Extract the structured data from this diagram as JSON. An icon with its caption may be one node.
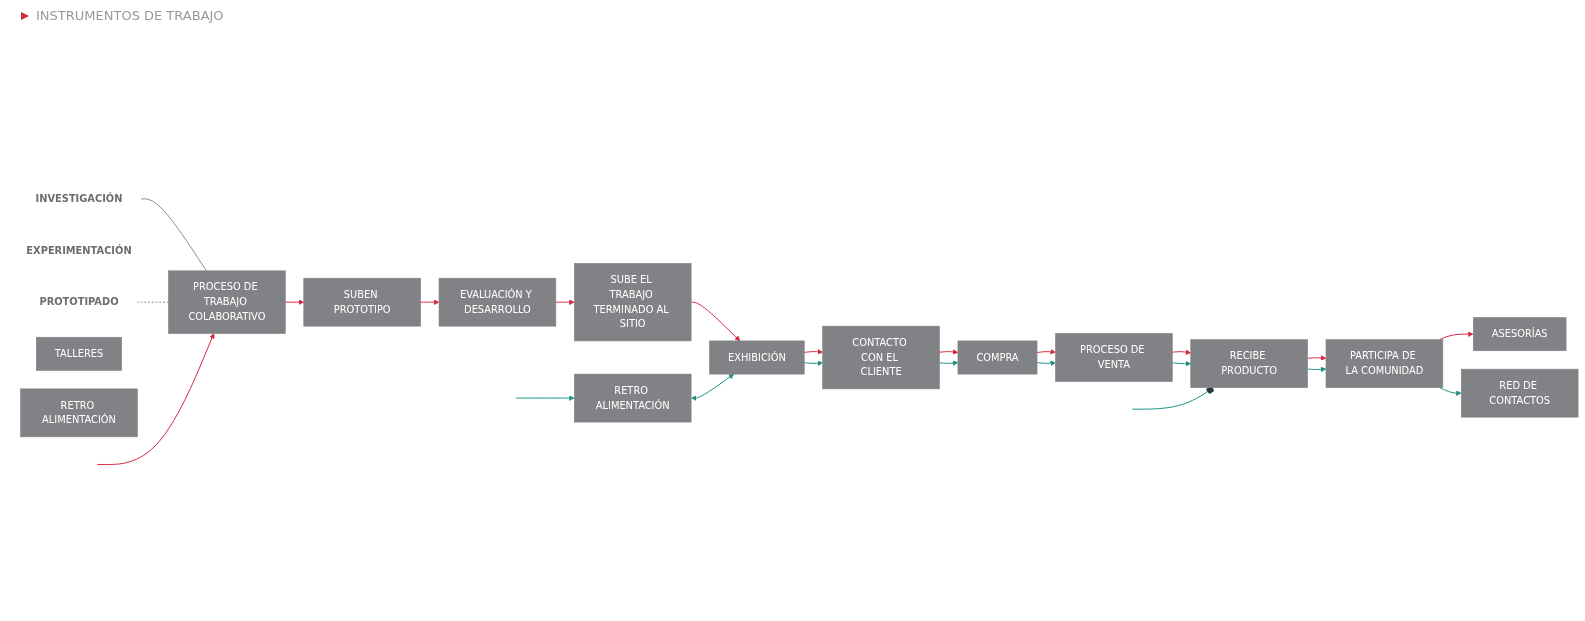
{
  "diagram": {
    "nodes": [
      {
        "text": [
          "INVESTIGACIÓN"
        ]
      },
      {
        "text": [
          "EXPERIMENTACIÓN"
        ]
      },
      {
        "text": [
          "PROTOTIPADO"
        ]
      },
      {
        "text": [
          "PROCESO DE TRABAJO COLABORATIVO"
        ]
      },
      {
        "text": [
          "SUBEN PROTOTIPO"
        ]
      },
      {
        "text": [
          "RETRO ALIMENTACIÓN"
        ]
      },
      {
        "text": [
          "EVALUACIÓN Y DESARROLLO"
        ]
      },
      {
        "text": [
          "SUBE EL TRABAJO TERMINADO AL SITIO"
        ]
      },
      {
        "text": [
          "EXHIBICIÓN"
        ]
      },
      {
        "text": [
          "CONTACTO CON EL CLIENTE"
        ]
      },
      {
        "text": [
          "COMPRA"
        ]
      },
      {
        "text": [
          "PROCESO DE VENTA"
        ]
      },
      {
        "text": [
          "RECIBE PRODUCTO"
        ]
      },
      {
        "text": [
          "PARTICIPA DE LA COMUNIDAD"
        ]
      },
      {
        "text": [
          "TALLERES"
        ]
      },
      {
        "text": [
          "ASESORÍAS"
        ]
      },
      {
        "text": [
          "RED DE CONTACTOS"
        ]
      },
      {
        "text": [
          "RETRO ALIMENTACIÓN"
        ]
      }
    ],
    "edges": [
      {
        "from": 0,
        "to": 3,
        "arrow": "none",
        "color": "#8a8a8a"
      },
      {
        "from": 2,
        "to": 3,
        "arrow": "none",
        "style": "dashed",
        "color": "#8a8a8a"
      },
      {
        "from": null,
        "to": 3,
        "arrow": "to"
      },
      {
        "from": 3,
        "to": 4,
        "arrow": "to"
      },
      {
        "from": 4,
        "to": 6,
        "arrow": "to"
      },
      {
        "from": 6,
        "to": 7,
        "arrow": "to"
      },
      {
        "from": 7,
        "to": 8,
        "arrow": "to"
      },
      {
        "from": 8,
        "to": 9,
        "arrow": "to"
      },
      {
        "from": 9,
        "to": 10,
        "arrow": "to"
      },
      {
        "from": 10,
        "to": 11,
        "arrow": "to"
      },
      {
        "from": 11,
        "to": 12,
        "arrow": "to"
      },
      {
        "from": 12,
        "to": 13,
        "arrow": "to"
      },
      {
        "from": 13,
        "to": 15,
        "arrow": "to"
      },
      {
        "from": 8,
        "to": 9,
        "arrow": "to",
        "color": "#1a9080"
      },
      {
        "from": 9,
        "to": 10,
        "arrow": "to",
        "color": "#1a9080"
      },
      {
        "from": 10,
        "to": 11,
        "arrow": "to",
        "color": "#1a9080"
      },
      {
        "from": 11,
        "to": 12,
        "arrow": "to",
        "color": "#1a9080"
      },
      {
        "from": 12,
        "to": 13,
        "arrow": "to",
        "color": "#1a9080"
      },
      {
        "from": 13,
        "to": 16,
        "arrow": "to",
        "color": "#1a9080"
      },
      {
        "from": null,
        "to": 5,
        "arrow": "to",
        "color": "#1a9080"
      },
      {
        "from": 5,
        "to": 8,
        "arrow": "both",
        "color": "#1a9080"
      },
      {
        "from": null,
        "to": 12,
        "arrow": "other",
        "color": "#1a9080"
      }
    ],
    "legend": [
      {
        "text": "INSTRUMENTOS DE TRABAJO"
      }
    ]
  }
}
